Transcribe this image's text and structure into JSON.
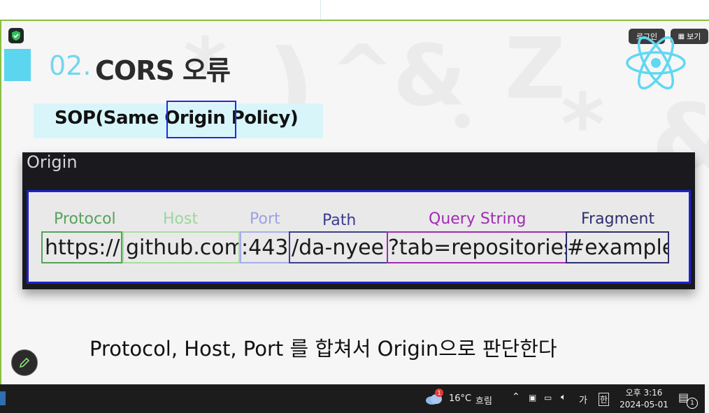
{
  "slide": {
    "title_number": "02.",
    "title_text": "CORS 오류",
    "subtitle_parts": [
      "SOP(Same ",
      "Origin",
      " Policy)"
    ],
    "diagram_title": "Origin",
    "labels": [
      {
        "text": "Protocol",
        "color": "#55a35a"
      },
      {
        "text": "Host",
        "color": "#9bd69e"
      },
      {
        "text": "Port",
        "color": "#9aa3e6"
      },
      {
        "text": "Path",
        "color": "#3b3b8f"
      },
      {
        "text": "Query String",
        "color": "#a12bb3"
      },
      {
        "text": "Fragment",
        "color": "#2e2e70"
      }
    ],
    "segments": [
      {
        "text": "https://",
        "border": "#55a35a"
      },
      {
        "text": "github.com",
        "border": "#a9dca0"
      },
      {
        "text": ":443",
        "border": "#a7aee8"
      },
      {
        "text": "/da-nyee",
        "border": "#3d3d8c"
      },
      {
        "text": "?tab=repositories",
        "border": "#a12bb3"
      },
      {
        "text": "#example",
        "border": "#2e2e70"
      }
    ],
    "caption": "Protocol, Host, Port 를 합쳐서 Origin으로 판단한다"
  },
  "overlay": {
    "login_label": "로그인",
    "view_label": "보기"
  },
  "taskbar": {
    "weather_temp": "16°C",
    "weather_desc": "흐림",
    "ime_label": "가",
    "ime_mode": "한",
    "time": "오후 3:16",
    "date": "2024-05-01",
    "notification_count": "1",
    "weather_badge": "1"
  },
  "colors": {
    "accent_cyan": "#5cd5ef",
    "highlight_blue": "#1a2ee0",
    "react_cyan": "#5fd8f2"
  }
}
